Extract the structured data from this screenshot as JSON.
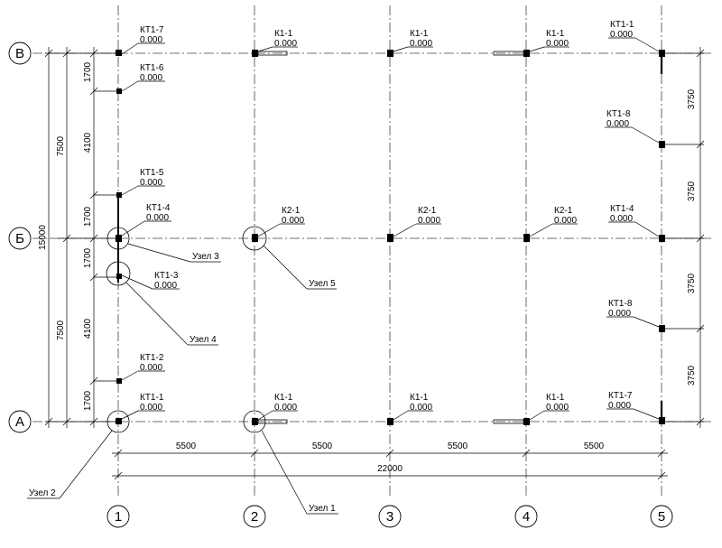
{
  "axes": {
    "columns": [
      "1",
      "2",
      "3",
      "4",
      "5"
    ],
    "rows": [
      "В",
      "Б",
      "А"
    ]
  },
  "marks": {
    "kt17_top": "КТ1-7",
    "kt16": "КТ1-6",
    "kt15": "КТ1-5",
    "kt14_left": "КТ1-4",
    "kt13": "КТ1-3",
    "kt12": "КТ1-2",
    "kt11_bottom": "КТ1-1",
    "k11_top_2": "К1-1",
    "k11_top_3": "К1-1",
    "k11_top_4": "К1-1",
    "kt11_top_5": "КТ1-1",
    "kt18_upper": "КТ1-8",
    "kt14_right": "КТ1-4",
    "kt18_lower": "КТ1-8",
    "kt17_bottom_5": "КТ1-7",
    "k21_2": "К2-1",
    "k21_3": "К2-1",
    "k21_4": "К2-1",
    "k11_bot_2": "К1-1",
    "k11_bot_3": "К1-1",
    "k11_bot_4": "К1-1",
    "level": "0.000"
  },
  "nodes": {
    "node1": "Узел 1",
    "node2": "Узел 2",
    "node3": "Узел 3",
    "node4": "Узел 4",
    "node5": "Узел 5"
  },
  "dims": {
    "bay": "5500",
    "total_x": "22000",
    "total_y": "15000",
    "half_y": "7500",
    "left_a": "1700",
    "left_b": "4100",
    "right_seg": "3750"
  }
}
